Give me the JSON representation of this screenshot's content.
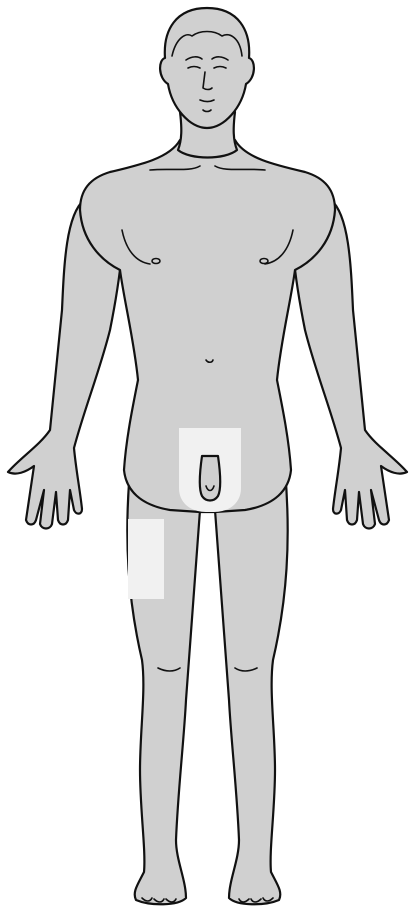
{
  "figure": {
    "subject": "human-body-front-view",
    "colors": {
      "skin": "#d0d0d0",
      "outline": "#111111",
      "highlight": "#f1f1f1",
      "background": "#ffffff"
    },
    "highlighted_regions": [
      "groin",
      "right-upper-thigh"
    ]
  }
}
